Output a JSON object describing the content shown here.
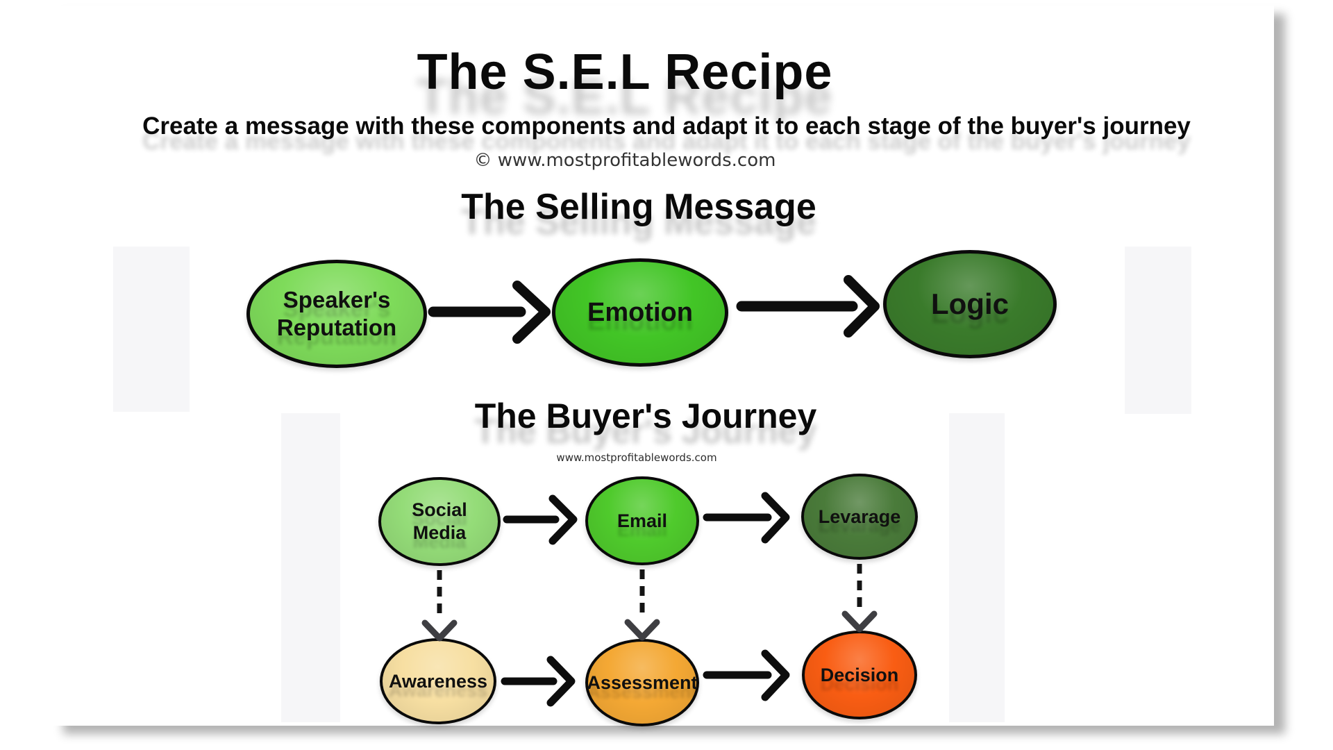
{
  "page": {
    "title": "The S.E.L Recipe",
    "subtitle": "Create a message with these components and adapt it to each stage of the buyer's journey",
    "copyright": "© www.mostprofitablewords.com"
  },
  "selling_message": {
    "heading": "The Selling Message",
    "nodes": [
      {
        "label": "Speaker's Reputation",
        "lines": [
          "Speaker's",
          "Reputation"
        ],
        "color": "#7edb5a"
      },
      {
        "label": "Emotion",
        "lines": [
          "Emotion"
        ],
        "color": "#42c526"
      },
      {
        "label": "Logic",
        "lines": [
          "Logic"
        ],
        "color": "#3a7b2b"
      }
    ],
    "connections": [
      [
        "Speaker's Reputation",
        "Emotion"
      ],
      [
        "Emotion",
        "Logic"
      ]
    ]
  },
  "buyers_journey": {
    "heading": "The Buyer's Journey",
    "source": "www.mostprofitablewords.com",
    "channel_row": [
      {
        "label": "Social Media",
        "lines": [
          "Social",
          "Media"
        ],
        "color": "#94dc78"
      },
      {
        "label": "Email",
        "lines": [
          "Email"
        ],
        "color": "#4fca2c"
      },
      {
        "label": "Levarage",
        "lines": [
          "Levarage"
        ],
        "color": "#4a7b3a"
      }
    ],
    "stage_row": [
      {
        "label": "Awareness",
        "color": "#f7dfa2"
      },
      {
        "label": "Assessment",
        "color": "#f4a834"
      },
      {
        "label": "Decision",
        "color": "#f95d13"
      }
    ],
    "connections": [
      [
        "Social Media",
        "Email"
      ],
      [
        "Email",
        "Levarage"
      ],
      [
        "Social Media",
        "Awareness"
      ],
      [
        "Email",
        "Assessment"
      ],
      [
        "Levarage",
        "Decision"
      ],
      [
        "Awareness",
        "Assessment"
      ],
      [
        "Assessment",
        "Decision"
      ]
    ],
    "arrow_color": "#0d0d0d",
    "dashed_arrowhead_color": "#3e3e42"
  }
}
